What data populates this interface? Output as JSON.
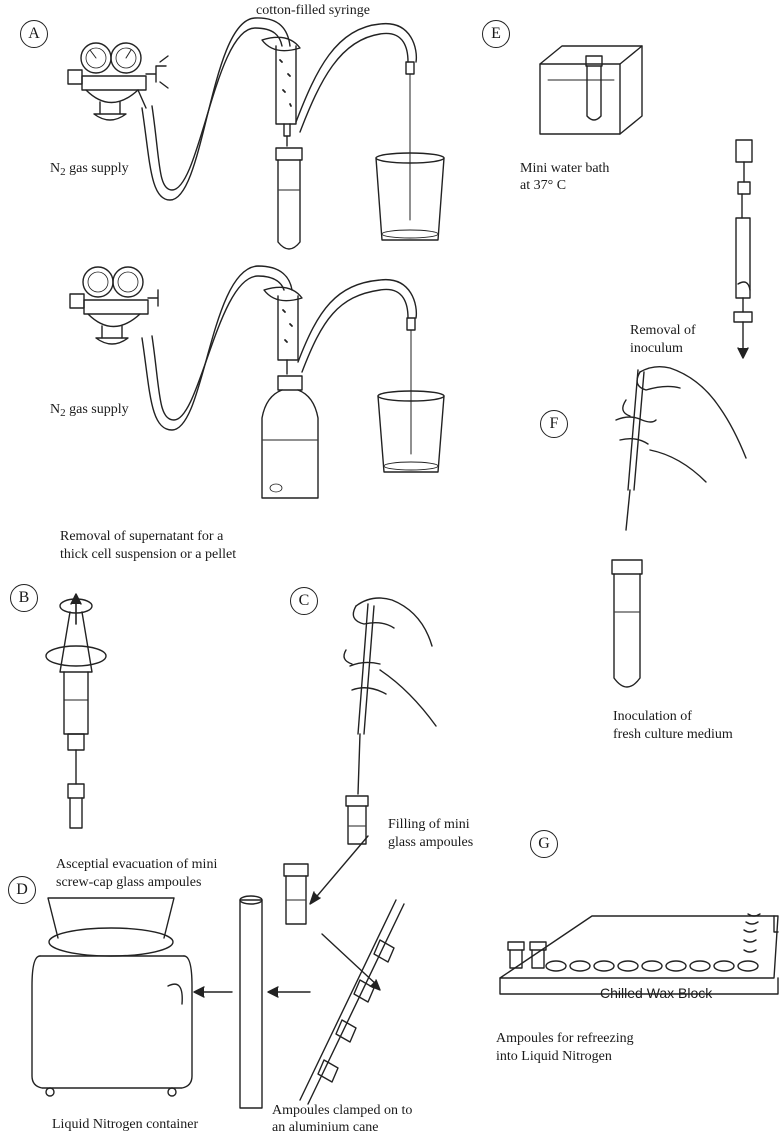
{
  "panels": {
    "A": {
      "letter": "A",
      "syringe_label": "cotton-filled syringe",
      "gas_label_prefix": "N",
      "gas_label_sub": "2",
      "gas_label_suffix": " gas supply",
      "caption_line1": "Removal of supernatant for a",
      "caption_line2": "thick cell suspension or a pellet"
    },
    "B": {
      "letter": "B",
      "caption_line1": "Asceptial evacuation of mini",
      "caption_line2": "screw-cap glass ampoules"
    },
    "C": {
      "letter": "C",
      "caption_line1": "Filling of mini",
      "caption_line2": "glass ampoules"
    },
    "D": {
      "letter": "D",
      "container_label": "Liquid Nitrogen container",
      "cane_line1": "Ampoules clamped on to",
      "cane_line2": "an aluminium cane"
    },
    "E": {
      "letter": "E",
      "bath_line1": "Mini water bath",
      "bath_line2": "at 37° C",
      "removal_line1": "Removal of",
      "removal_line2": "inoculum"
    },
    "F": {
      "letter": "F",
      "caption_line1": "Inoculation of",
      "caption_line2": "fresh culture medium"
    },
    "G": {
      "letter": "G",
      "block_label": "Chilled Wax Block",
      "caption_line1": "Ampoules for refreezing",
      "caption_line2": "into Liquid Nitrogen"
    }
  }
}
